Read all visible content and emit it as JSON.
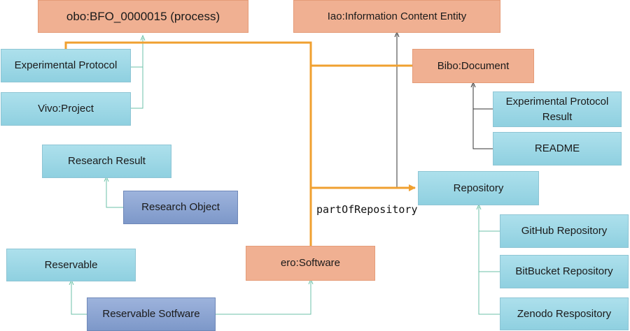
{
  "nodes": {
    "bfo_process": "obo:BFO_0000015 (process)",
    "iao_ice": "Iao:Information Content Entity",
    "experimental_protocol": "Experimental Protocol",
    "bibo_document": "Bibo:Document",
    "vivo_project": "Vivo:Project",
    "experimental_protocol_result": "Experimental Protocol Result",
    "readme": "README",
    "research_result": "Research Result",
    "repository": "Repository",
    "research_object": "Research Object",
    "github_repository": "GitHub Repository",
    "reservable": "Reservable",
    "ero_software": "ero:Software",
    "bitbucket_repository": "BitBucket Repository",
    "reservable_software": "Reservable Sotfware",
    "zenodo_repository": "Zenodo Respository"
  },
  "edge_labels": {
    "part_of_repository": "partOfRepository"
  },
  "colors": {
    "class_external": "#f0b092",
    "class_local": "#9fd6e6",
    "class_instance": "#8aa5d5",
    "subclass_edge": "#6cc2a8",
    "subclass_edge_dark": "#333333",
    "relation_edge": "#f0a030"
  }
}
